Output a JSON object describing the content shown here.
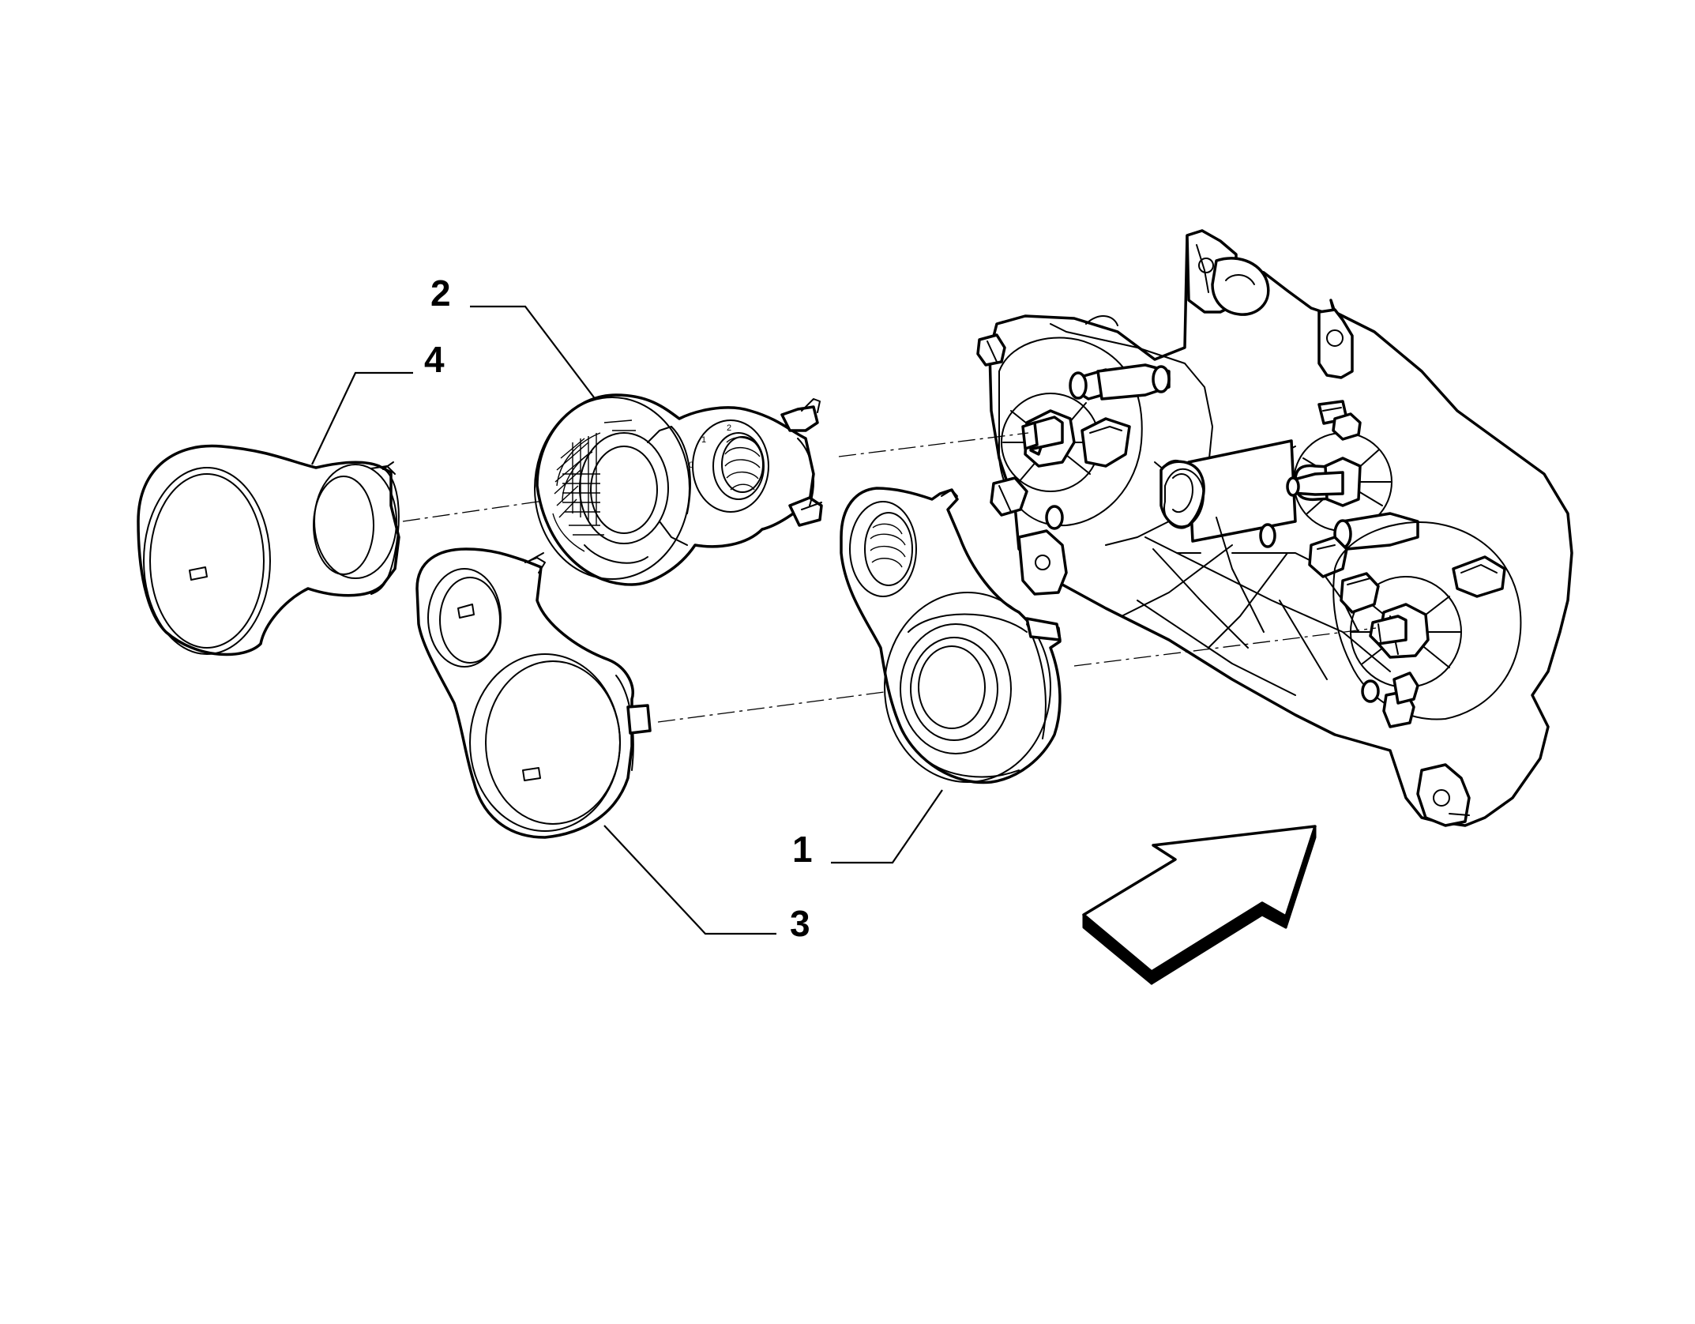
{
  "callouts": [
    {
      "id": "1",
      "label": "1"
    },
    {
      "id": "2",
      "label": "2"
    },
    {
      "id": "3",
      "label": "3"
    },
    {
      "id": "4",
      "label": "4"
    }
  ],
  "dial_marks": [
    "0",
    "1",
    "2"
  ],
  "colors": {
    "line": "#000000",
    "background": "#ffffff"
  }
}
